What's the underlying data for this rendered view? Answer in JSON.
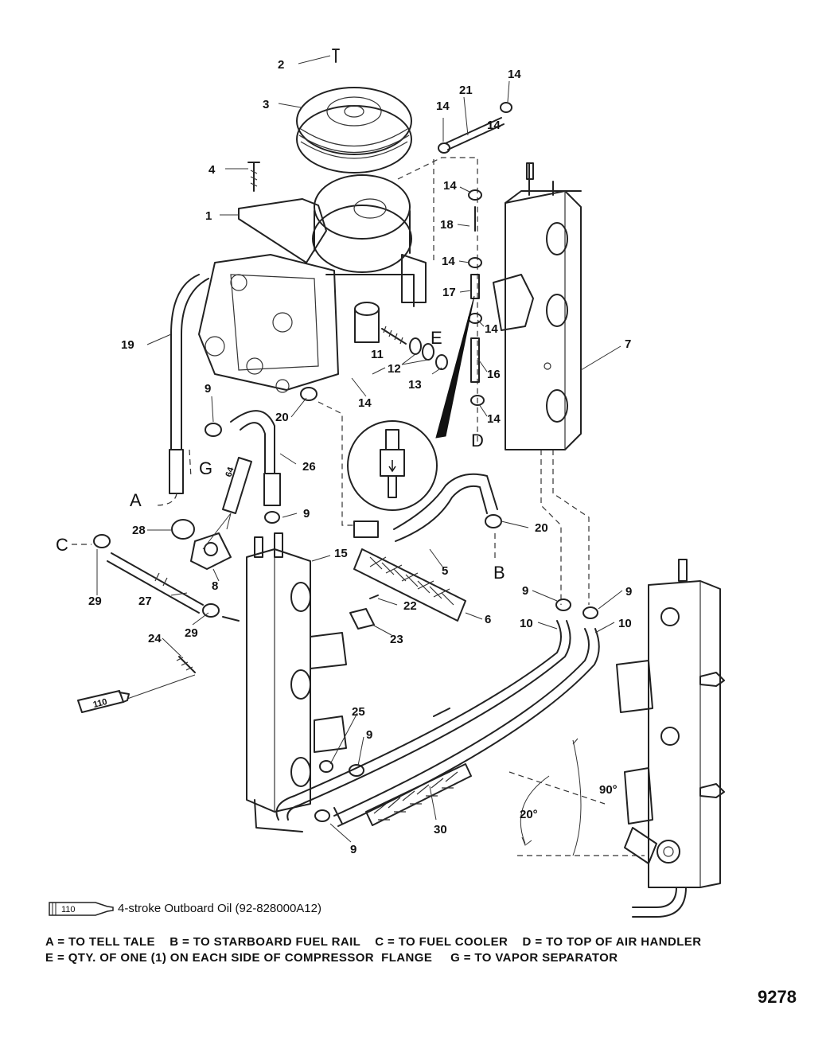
{
  "callouts": {
    "c1": "1",
    "c2": "2",
    "c3": "3",
    "c4": "4",
    "c5": "5",
    "c6": "6",
    "c7": "7",
    "c8": "8",
    "c9": "9",
    "c10": "10",
    "c11": "11",
    "c12": "12",
    "c13": "13",
    "c14": "14",
    "c15": "15",
    "c16": "16",
    "c17": "17",
    "c18": "18",
    "c19": "19",
    "c20": "20",
    "c21": "21",
    "c22": "22",
    "c23": "23",
    "c24": "24",
    "c25": "25",
    "c26": "26",
    "c27": "27",
    "c28": "28",
    "c29": "29",
    "c30": "30"
  },
  "letters": {
    "A": "A",
    "B": "B",
    "C": "C",
    "D": "D",
    "E": "E",
    "G": "G"
  },
  "angles": {
    "a20": "20°",
    "a90": "90°"
  },
  "tube_labels": {
    "t64": "64",
    "t110": "110"
  },
  "legend": {
    "tube_number": "110",
    "text": "4-stroke Outboard Oil (92-828000A12)"
  },
  "notes": {
    "line1": "A = TO TELL TALE    B = TO STARBOARD FUEL RAIL    C = TO FUEL COOLER    D = TO TOP OF AIR HANDLER",
    "line2": "E = QTY. OF ONE (1) ON EACH SIDE OF COMPRESSOR  FLANGE     G = TO VAPOR SEPARATOR"
  },
  "figure_number": "9278"
}
